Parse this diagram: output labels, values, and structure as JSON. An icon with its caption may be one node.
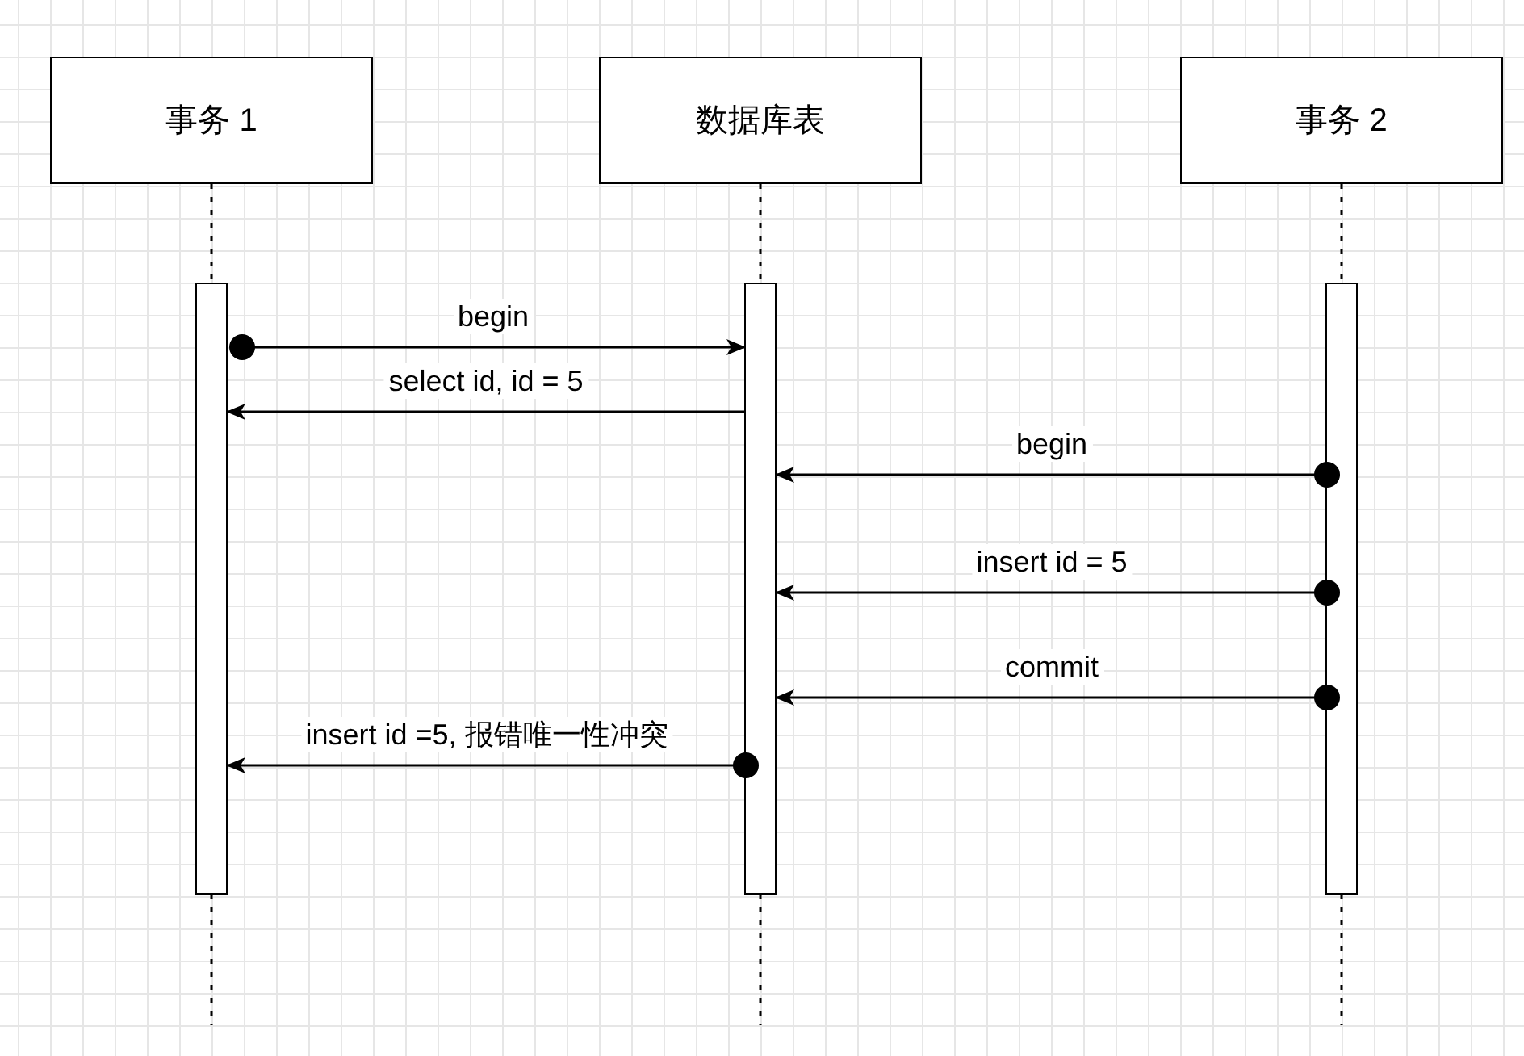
{
  "diagram": {
    "nodes": [
      {
        "text": [
          "事务 1"
        ]
      },
      {
        "text": [
          "数据库表"
        ]
      },
      {
        "text": [
          "事务 2"
        ]
      },
      {
        "text": [],
        "shape": "bar"
      },
      {
        "text": [],
        "shape": "bar"
      },
      {
        "text": [],
        "shape": "bar"
      }
    ],
    "edges": [
      {
        "from": 0,
        "to": 3,
        "arrow": "none",
        "style": "dashed"
      },
      {
        "from": 1,
        "to": 4,
        "arrow": "none",
        "style": "dashed"
      },
      {
        "from": 2,
        "to": 5,
        "arrow": "none",
        "style": "dashed"
      },
      {
        "from": 3,
        "to": null,
        "arrow": "none",
        "style": "dashed"
      },
      {
        "from": 4,
        "to": null,
        "arrow": "none",
        "style": "dashed"
      },
      {
        "from": 5,
        "to": null,
        "arrow": "none",
        "style": "dashed"
      },
      {
        "from": 3,
        "to": 4,
        "arrow": "to",
        "label": "begin"
      },
      {
        "from": 4,
        "to": 3,
        "arrow": "to",
        "label": "select id, id = 5"
      },
      {
        "from": 5,
        "to": 4,
        "arrow": "to",
        "label": "begin"
      },
      {
        "from": 5,
        "to": 4,
        "arrow": "to",
        "label": "insert id = 5"
      },
      {
        "from": 5,
        "to": 4,
        "arrow": "to",
        "label": "commit"
      },
      {
        "from": 4,
        "to": 3,
        "arrow": "to",
        "label": "insert id =5, 报错唯一性冲突"
      }
    ]
  }
}
